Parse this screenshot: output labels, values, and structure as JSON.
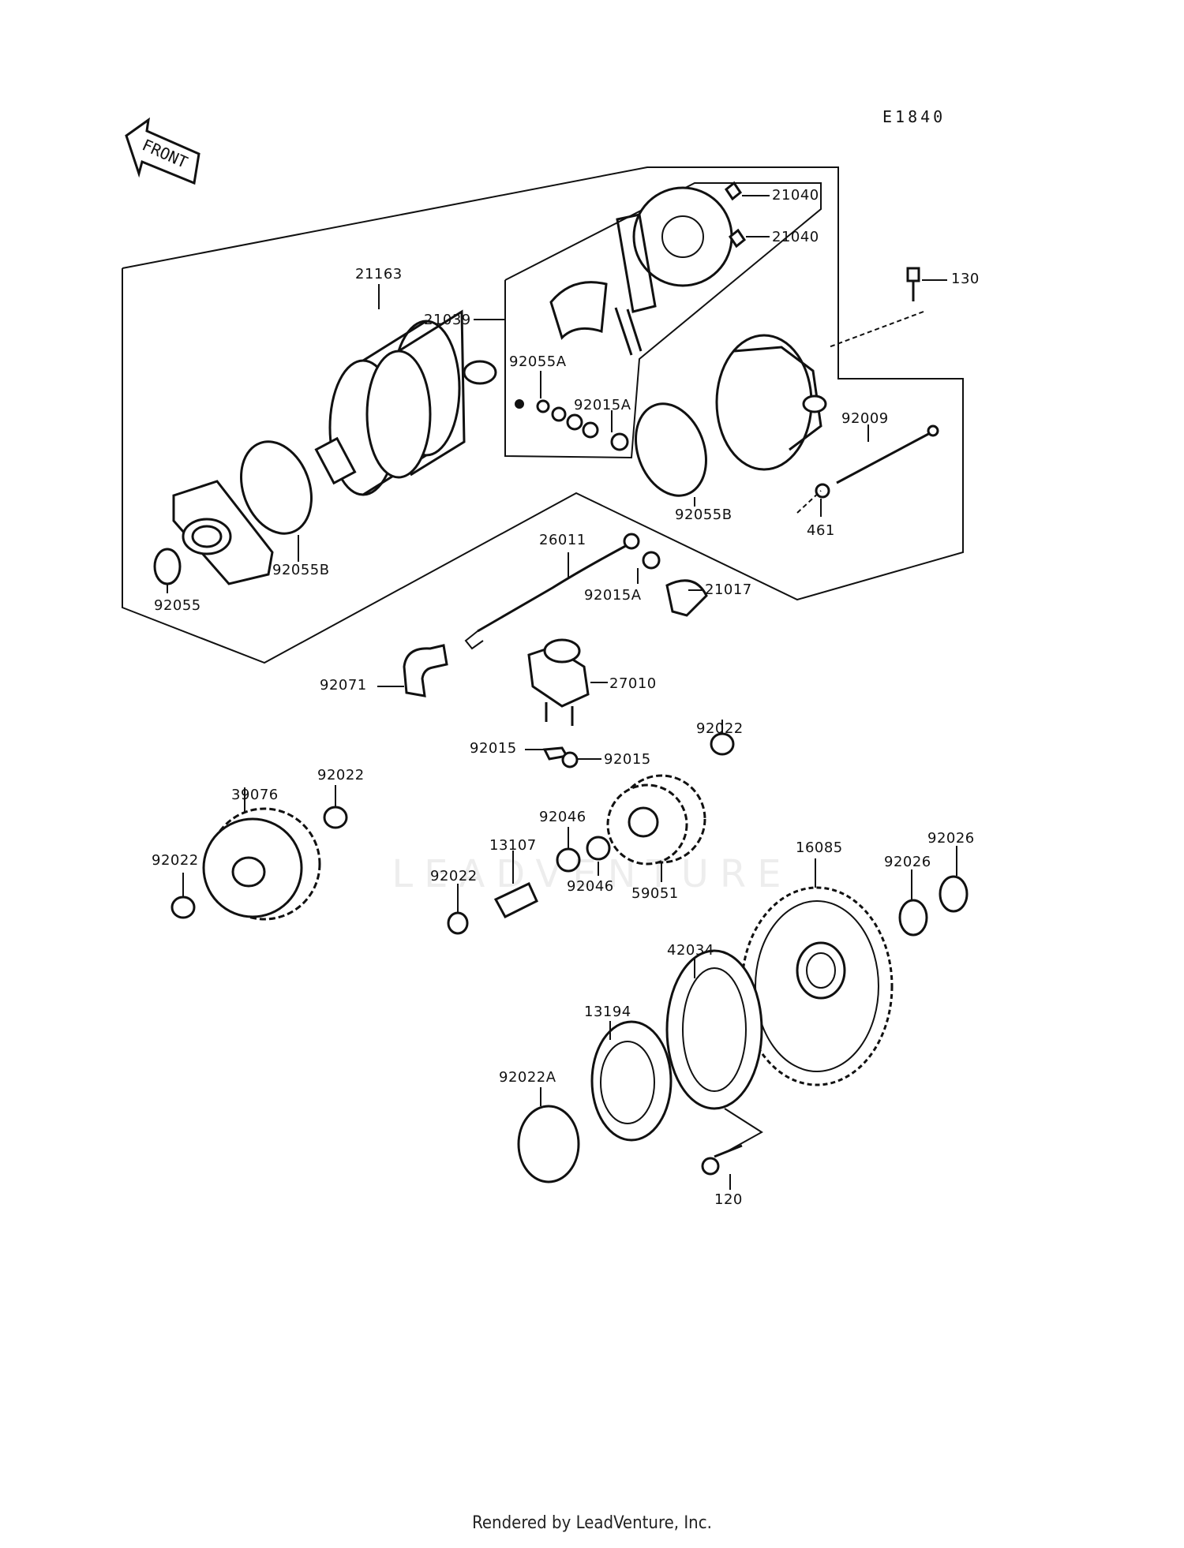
{
  "diagram_code": "E1840",
  "front_label": "FRONT",
  "watermark": "LEADVENTURE",
  "footer": "Rendered by LeadVenture, Inc.",
  "parts": {
    "p21040a": "21040",
    "p21040b": "21040",
    "p130": "130",
    "p21163": "21163",
    "p21039": "21039",
    "p92055A": "92055A",
    "p92015A_top": "92015A",
    "p92009": "92009",
    "p461": "461",
    "p92055B_right": "92055B",
    "p92055B_left": "92055B",
    "p92055": "92055",
    "p26011": "26011",
    "p92015A_bot": "92015A",
    "p21017": "21017",
    "p92071": "92071",
    "p27010": "27010",
    "p92015a": "92015",
    "p92015b": "92015",
    "p92022_r": "92022",
    "p39076": "39076",
    "p92022_t": "92022",
    "p92022_l": "92022",
    "p92046a": "92046",
    "p13107": "13107",
    "p92022_m": "92022",
    "p92046b": "92046",
    "p59051": "59051",
    "p16085": "16085",
    "p92026a": "92026",
    "p92026b": "92026",
    "p42034": "42034",
    "p13194": "13194",
    "p92022A": "92022A",
    "p120": "120"
  }
}
